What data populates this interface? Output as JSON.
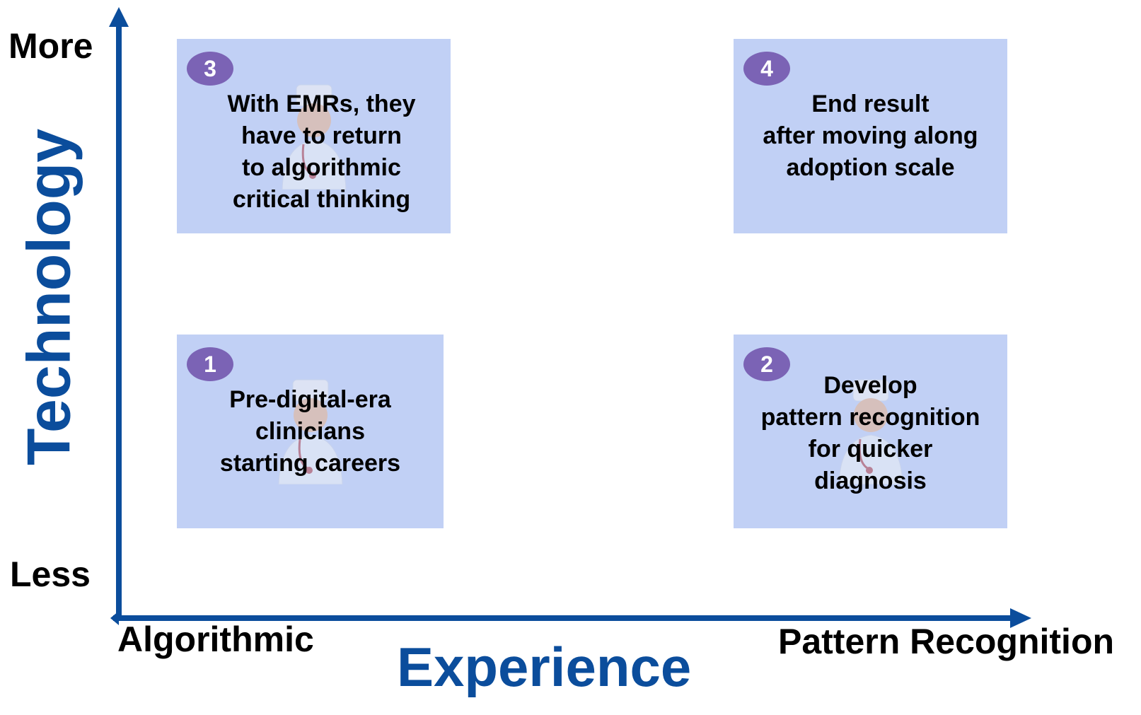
{
  "axes": {
    "y_title": "Technology",
    "x_title": "Experience",
    "y_top": "More",
    "y_bottom": "Less",
    "x_left": "Algorithmic",
    "x_right": "Pattern Recognition"
  },
  "colors": {
    "axis": "#0b4d9c",
    "box": "#c1d0f5",
    "badge": "#7b63b5"
  },
  "quadrants": [
    {
      "number": "1",
      "lines": [
        "Pre-digital-era",
        "clinicians",
        "starting careers"
      ],
      "icon": "doctor-icon"
    },
    {
      "number": "2",
      "lines": [
        "Develop",
        "pattern recognition",
        "for quicker",
        "diagnosis"
      ],
      "icon": "doctor-icon"
    },
    {
      "number": "3",
      "lines": [
        "With EMRs, they",
        "have to return",
        "to algorithmic",
        "critical thinking"
      ],
      "icon": "doctor-icon"
    },
    {
      "number": "4",
      "lines": [
        "End result",
        "after moving along",
        "adoption scale"
      ]
    }
  ]
}
